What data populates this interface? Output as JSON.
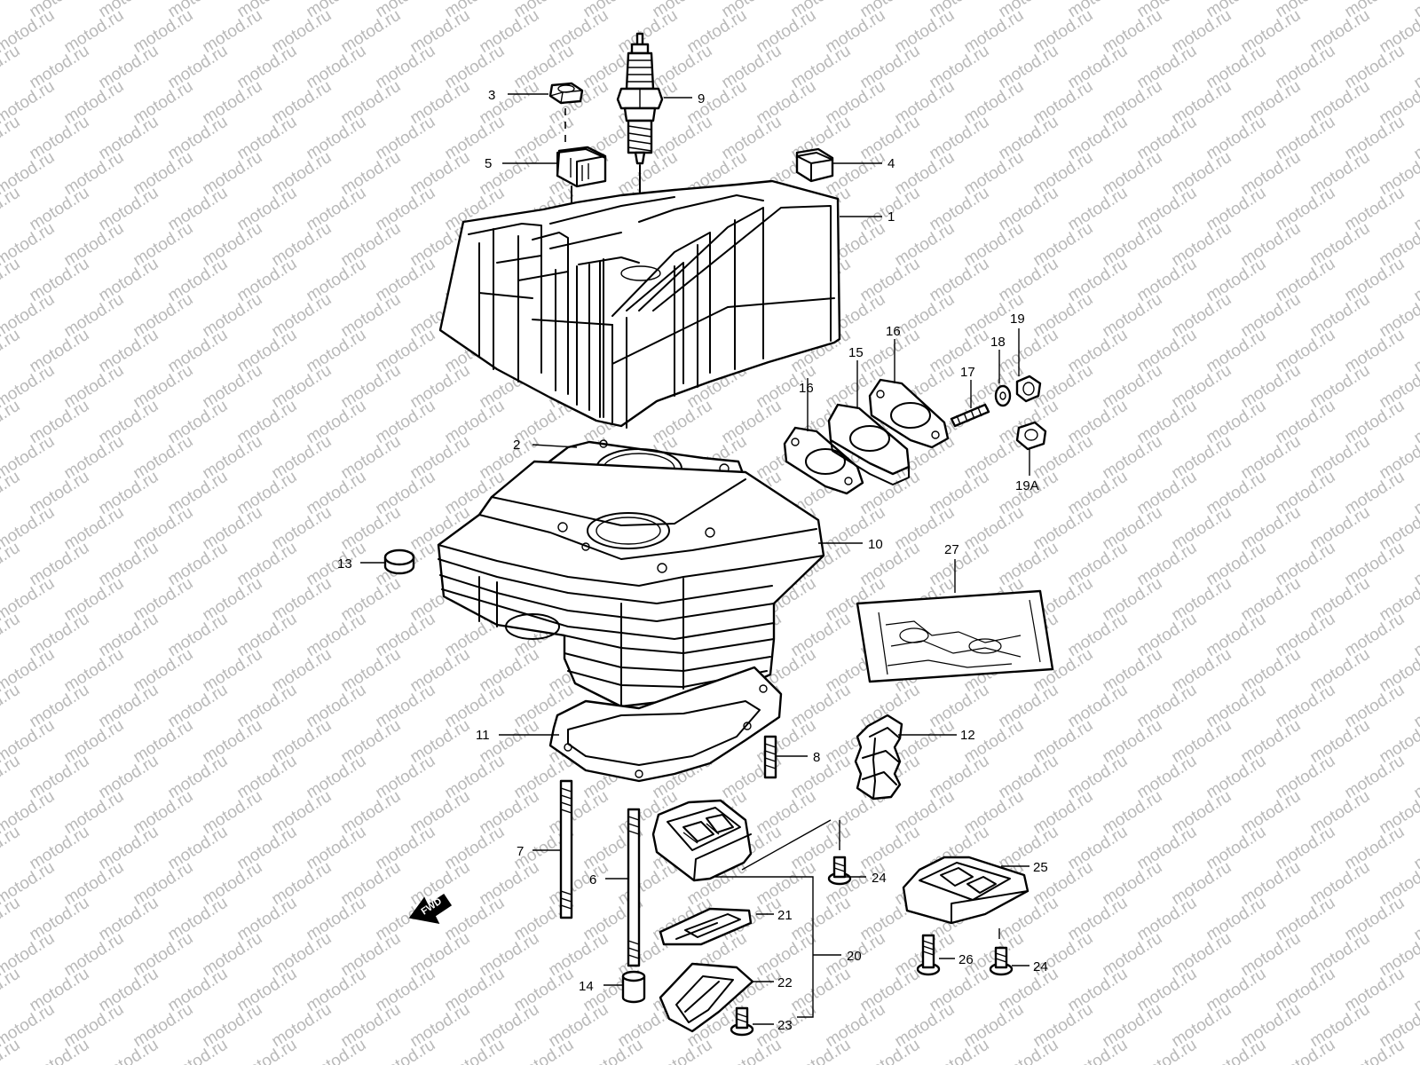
{
  "watermark": "motod.ru",
  "fwd_mark": "FWD",
  "callouts": {
    "c1": "1",
    "c2": "2",
    "c3": "3",
    "c4": "4",
    "c5": "5",
    "c6": "6",
    "c7": "7",
    "c8": "8",
    "c9": "9",
    "c10": "10",
    "c11": "11",
    "c12": "12",
    "c13": "13",
    "c14": "14",
    "c15": "15",
    "c16a": "16",
    "c16b": "16",
    "c17": "17",
    "c18": "18",
    "c19": "19",
    "c19a": "19A",
    "c20": "20",
    "c21": "21",
    "c22": "22",
    "c23": "23",
    "c24a": "24",
    "c24b": "24",
    "c25": "25",
    "c26": "26",
    "c27": "27"
  }
}
